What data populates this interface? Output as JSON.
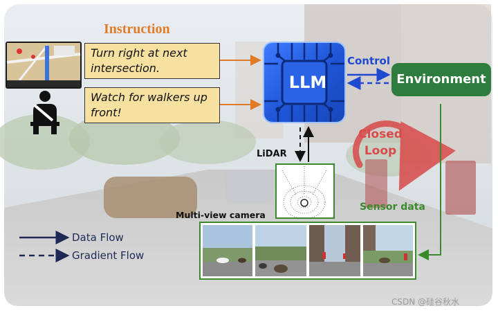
{
  "instruction": {
    "title": "Instruction",
    "boxes": [
      "Turn right at next intersection.",
      "Watch for walkers up front!"
    ]
  },
  "llm": {
    "label": "LLM"
  },
  "control": {
    "label": "Control"
  },
  "environment": {
    "label": "Environment"
  },
  "closed_loop": {
    "line1": "Closed",
    "line2": "Loop"
  },
  "lidar": {
    "label": "LiDAR"
  },
  "sensor_data": {
    "label": "Sensor data"
  },
  "camera": {
    "label": "Multi-view camera"
  },
  "legend": {
    "data_flow": "Data Flow",
    "gradient_flow": "Gradient Flow"
  },
  "watermark": "CSDN @硅谷秋水",
  "colors": {
    "instruction_title": "#e07b2a",
    "instruction_box": "#f7e1a0",
    "instruction_arrow": "#e07b2a",
    "llm_blue": "#1e55d6",
    "control_blue": "#1f49d0",
    "environment_green": "#2f7d3e",
    "closed_loop_red": "#d94a4a",
    "sensor_green": "#3a8a2c",
    "legend_navy": "#1e2a55"
  }
}
